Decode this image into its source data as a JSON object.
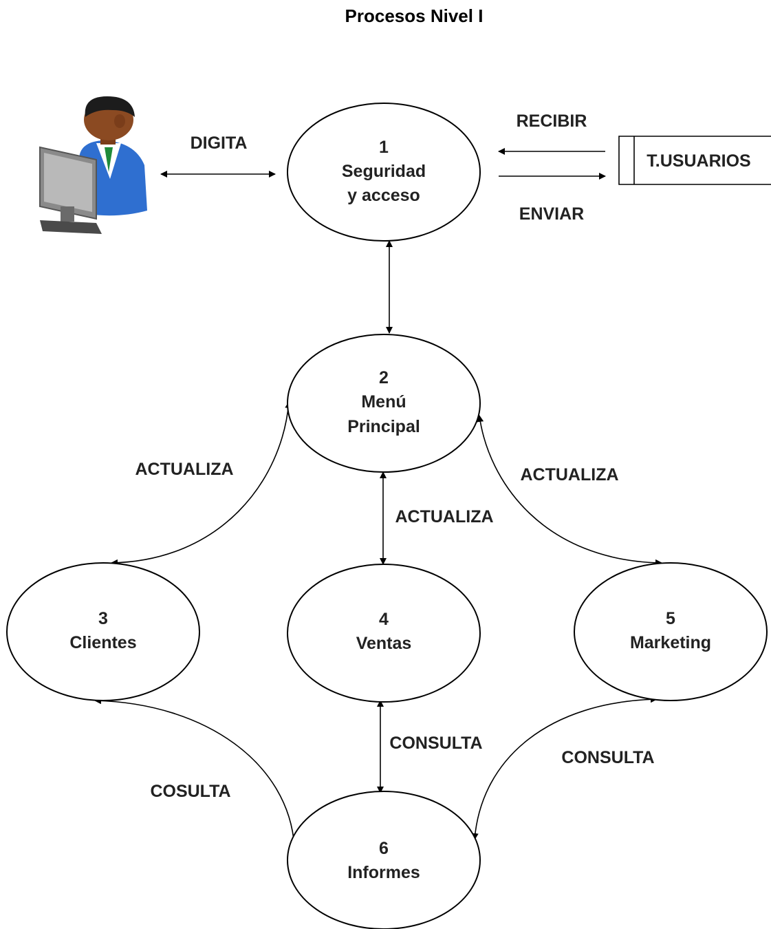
{
  "title": "Procesos Nivel I",
  "actor": {
    "icon": "user-at-computer-icon"
  },
  "store": {
    "label": "T.USUARIOS"
  },
  "processes": [
    {
      "number": "1",
      "line1": "Seguridad",
      "line2": "y acceso"
    },
    {
      "number": "2",
      "line1": "Menú",
      "line2": "Principal"
    },
    {
      "number": "3",
      "line1": "Clientes"
    },
    {
      "number": "4",
      "line1": "Ventas"
    },
    {
      "number": "5",
      "line1": "Marketing"
    },
    {
      "number": "6",
      "line1": "Informes"
    }
  ],
  "flows": {
    "actor_p1": "DIGITA",
    "store_to_p1": "RECIBIR",
    "p1_to_store": "ENVIAR",
    "p2_p3": "ACTUALIZA",
    "p2_p4": "ACTUALIZA",
    "p2_p5": "ACTUALIZA",
    "p3_p6": "COSULTA",
    "p4_p6": "CONSULTA",
    "p5_p6": "CONSULTA"
  },
  "colors": {
    "line": "#000000",
    "text": "#222222",
    "skin": "#8B4A22",
    "hair": "#1c1c1c",
    "shirt": "#2f6fd0",
    "monitor": "#7a7a7a"
  }
}
